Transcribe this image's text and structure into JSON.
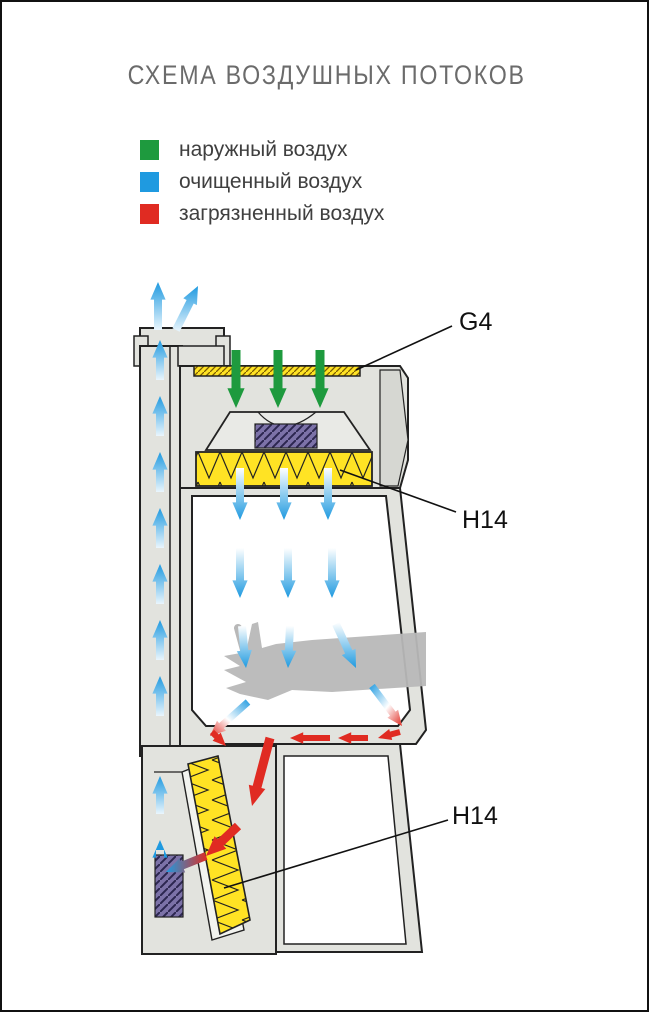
{
  "title": "СХЕМА ВОЗДУШНЫХ ПОТОКОВ",
  "legend": [
    {
      "label": "наружный воздух",
      "color": "#1e9a3e"
    },
    {
      "label": "очищенный воздух",
      "color": "#1f9ae0"
    },
    {
      "label": "загрязненный воздух",
      "color": "#e02b22"
    }
  ],
  "callouts": {
    "top_prefilter": "G4",
    "main_filter": "H14",
    "exhaust_filter": "H14"
  },
  "colors": {
    "cabinet": "#e2e3de",
    "cabinet_dark": "#c9cac5",
    "filter": "#ffe324",
    "fan": "#7c72a8",
    "arm": "#b5b5b5",
    "outside_air": "#1e9a3e",
    "clean_air": "#1f9ae0",
    "dirty_air": "#e02b22"
  }
}
